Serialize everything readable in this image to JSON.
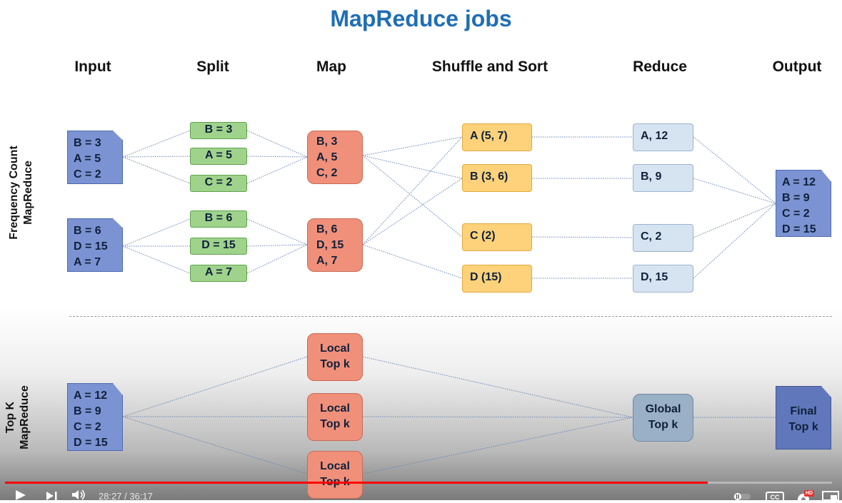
{
  "title": "MapReduce jobs",
  "columns": {
    "input": "Input",
    "split": "Split",
    "map": "Map",
    "shuffle": "Shuffle and Sort",
    "reduce": "Reduce",
    "output": "Output"
  },
  "row_labels": {
    "frequency_line1": "Frequency Count",
    "frequency_line2": "MapReduce",
    "topk_line1": "Top K",
    "topk_line2": "MapReduce"
  },
  "frequency": {
    "inputs": [
      [
        "B = 3",
        "A = 5",
        "C = 2"
      ],
      [
        "B = 6",
        "D = 15",
        "A = 7"
      ]
    ],
    "splits": [
      "B = 3",
      "A = 5",
      "C = 2",
      "B = 6",
      "D = 15",
      "A = 7"
    ],
    "maps": [
      [
        "B, 3",
        "A, 5",
        "C, 2"
      ],
      [
        "B, 6",
        "D, 15",
        "A, 7"
      ]
    ],
    "shuffle": [
      "A (5, 7)",
      "B (3, 6)",
      "C (2)",
      "D (15)"
    ],
    "reduce": [
      "A, 12",
      "B, 9",
      "C, 2",
      "D, 15"
    ],
    "output": [
      "A = 12",
      "B = 9",
      "C = 2",
      "D = 15"
    ]
  },
  "topk": {
    "input": [
      "A = 12",
      "B = 9",
      "C = 2",
      "D = 15"
    ],
    "local": [
      [
        "Local",
        "Top k"
      ],
      [
        "Local",
        "Top k"
      ],
      [
        "Local",
        "Top k"
      ]
    ],
    "global": [
      "Global",
      "Top k"
    ],
    "final": [
      "Final",
      "Top k"
    ]
  },
  "player": {
    "time": "28:27 / 36:17",
    "progress": 0.85,
    "icons": [
      "play-icon",
      "next-icon",
      "volume-icon",
      "autoplay-toggle-icon",
      "captions-icon",
      "settings-icon",
      "miniplayer-icon"
    ],
    "hd_badge": "HD",
    "cc_label": "CC"
  },
  "colors": {
    "title": "#1f6eb5",
    "input_doc": "#7b93d2",
    "split": "#9fd38c",
    "map": "#f0907a",
    "shuffle": "#fdd27a",
    "reduce": "#d6e3f1",
    "global": "#9ab0c6",
    "progress": "#ff0000"
  }
}
